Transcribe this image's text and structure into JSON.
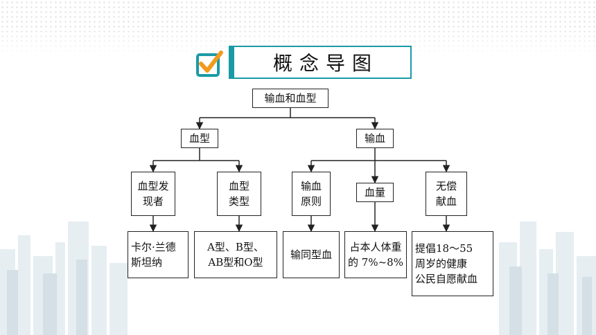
{
  "header": {
    "title": "概念导图"
  },
  "diagram": {
    "root": "输血和血型",
    "branches": [
      {
        "label": "血型",
        "children": [
          {
            "label": "血型发\n现者",
            "detail": "卡尔·兰德\n斯坦纳"
          },
          {
            "label": "血型\n类型",
            "detail": "A型、B型、\nAB型和O型"
          }
        ]
      },
      {
        "label": "输血",
        "children": [
          {
            "label": "输血\n原则",
            "detail": "输同型血"
          },
          {
            "label": "血量",
            "detail": "占本人体重\n的 7%~8%"
          },
          {
            "label": "无偿\n献血",
            "detail": "提倡18～55\n周岁的健康\n公民自愿献血"
          }
        ]
      }
    ]
  },
  "colors": {
    "accent": "#1a9aa6",
    "check_orange": "#f29a1c",
    "line": "#222222"
  },
  "icons": {
    "checkbox": "checkbox-checked-icon"
  }
}
